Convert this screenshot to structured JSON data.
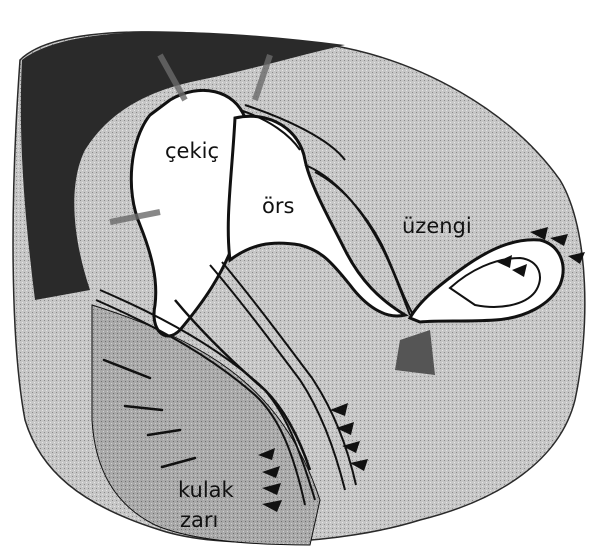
{
  "labels": {
    "malleus": "çekiç",
    "incus": "örs",
    "stapes": "üzengi",
    "eardrum_line1": "kulak",
    "eardrum_line2": "zarı"
  },
  "colors": {
    "background": "#ffffff",
    "surround": "#c6c6c6",
    "dark_region": "#2a2a2a",
    "membrane": "#a9a9a9",
    "bone_fill": "#ffffff",
    "outline": "#111111"
  },
  "icons": {
    "arrow": "arrowhead-icon"
  }
}
